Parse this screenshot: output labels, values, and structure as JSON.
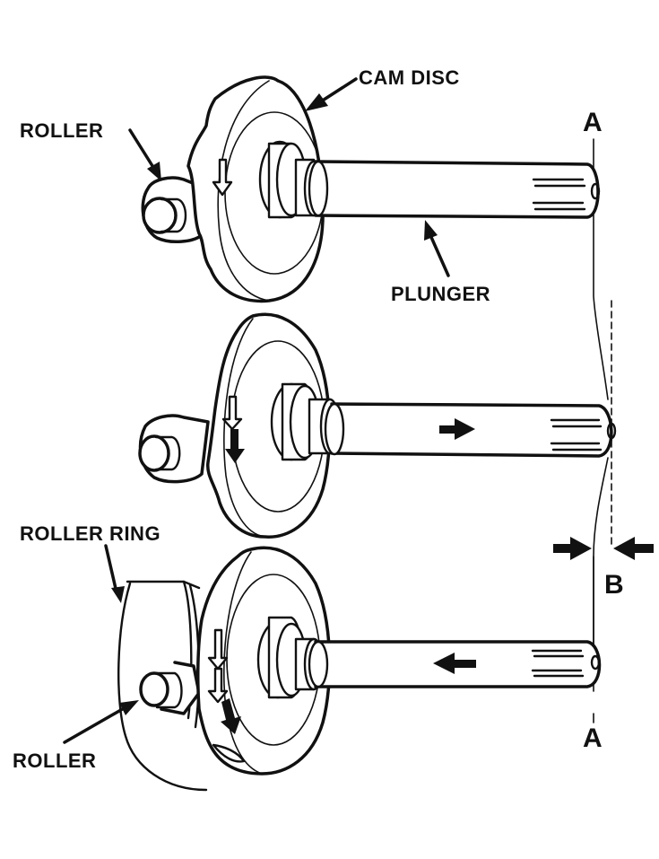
{
  "diagram": {
    "subject": "Distributor injection pump cam disc and plunger operation",
    "colors": {
      "ink": "#111111",
      "background": "#ffffff"
    },
    "labels": {
      "cam_disc": "CAM DISC",
      "roller_top": "ROLLER",
      "plunger": "PLUNGER",
      "roller_ring": "ROLLER RING",
      "roller_bottom": "ROLLER",
      "ref_line_top": "A",
      "ref_line_bottom": "A",
      "stroke_dimension": "B"
    },
    "assemblies": [
      {
        "id": "position-1",
        "plunger_motion": "none",
        "cam_rotation_arrow": "outlined-down"
      },
      {
        "id": "position-2",
        "plunger_motion": "right",
        "cam_rotation_arrow": "solid-down"
      },
      {
        "id": "position-3",
        "plunger_motion": "left",
        "cam_rotation_arrow": "outlined-then-solid-down"
      }
    ]
  }
}
